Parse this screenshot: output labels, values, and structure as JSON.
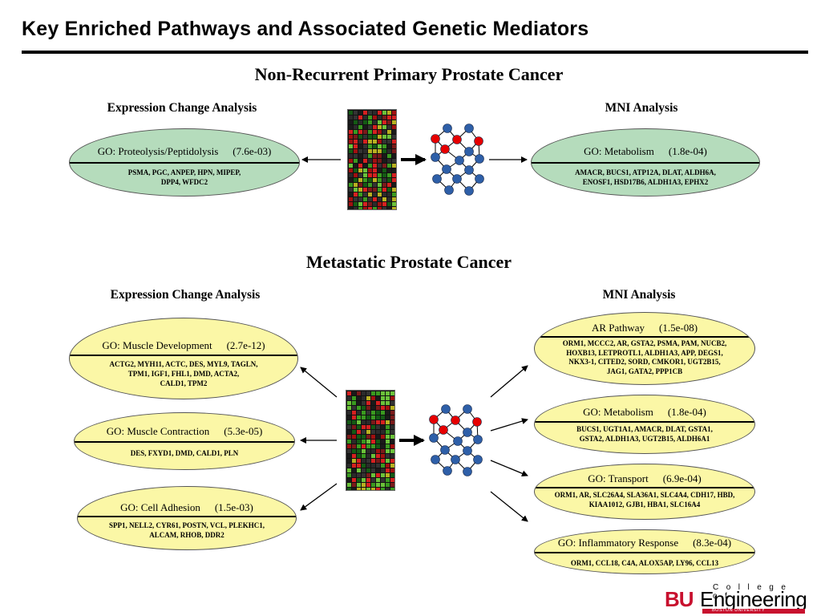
{
  "slide": {
    "title": "Key Enriched Pathways and Associated Genetic Mediators"
  },
  "colors": {
    "green_ellipse": "#b5dcbc",
    "yellow_ellipse": "#fbf7a6",
    "node_blue": "#2e5fa8",
    "node_red": "#e60000",
    "logo_red": "#c8102e"
  },
  "sections": {
    "nonrecurrent": {
      "title": "Non-Recurrent Primary Prostate Cancer",
      "expression_label": "Expression Change Analysis",
      "mni_label": "MNI Analysis",
      "expression": [
        {
          "term": "GO: Proteolysis/Peptidolysis",
          "pvalue": "(7.6e-03)",
          "genes": [
            "PSMA, PGC, ANPEP, HPN, MIPEP,",
            "DPP4, WFDC2"
          ]
        }
      ],
      "mni": [
        {
          "term": "GO: Metabolism",
          "pvalue": "(1.8e-04)",
          "genes": [
            "AMACR, BUCS1, ATP12A, DLAT, ALDH6A,",
            "ENOSF1, HSD17B6, ALDH1A3, EPHX2"
          ]
        }
      ]
    },
    "metastatic": {
      "title": "Metastatic Prostate Cancer",
      "expression_label": "Expression Change Analysis",
      "mni_label": "MNI Analysis",
      "expression": [
        {
          "term": "GO: Muscle Development",
          "pvalue": "(2.7e-12)",
          "genes": [
            "ACTG2, MYH11, ACTC, DES, MYL9, TAGLN,",
            "TPM1, IGF1, FHL1, DMD, ACTA2,",
            "CALD1, TPM2"
          ]
        },
        {
          "term": "GO: Muscle Contraction",
          "pvalue": "(5.3e-05)",
          "genes": [
            "DES, FXYD1, DMD, CALD1, PLN"
          ]
        },
        {
          "term": "GO: Cell Adhesion",
          "pvalue": "(1.5e-03)",
          "genes": [
            "SPP1, NELL2, CYR61, POSTN, VCL, PLEKHC1,",
            "ALCAM, RHOB, DDR2"
          ]
        }
      ],
      "mni": [
        {
          "term": "AR Pathway",
          "pvalue": "(1.5e-08)",
          "genes": [
            "ORM1, MCCC2, AR, GSTA2, PSMA, PAM, NUCB2,",
            "HOXB13, LETPROTL1, ALDH1A3, APP, DEGS1,",
            "NKX3-1, CITED2, SORD, CMKOR1, UGT2B15,",
            "JAG1, GATA2, PPP1CB"
          ]
        },
        {
          "term": "GO: Metabolism",
          "pvalue": "(1.8e-04)",
          "genes": [
            "BUCS1, UGT1A1, AMACR, DLAT, GSTA1,",
            "GSTA2, ALDH1A3, UGT2B15, ALDH6A1"
          ]
        },
        {
          "term": "GO: Transport",
          "pvalue": "(6.9e-04)",
          "genes": [
            "ORM1, AR, SLC26A4, SLA36A1, SLC4A4, CDH17, HBD,",
            "KIAA1012, GJB1, HBA1, SLC16A4"
          ]
        },
        {
          "term": "GO: Inflammatory Response",
          "pvalue": "(8.3e-04)",
          "genes": [
            "ORM1, CCL18, C4A, ALOX5AP, LY96, CCL13"
          ]
        }
      ]
    }
  },
  "logo": {
    "primary": "BU",
    "secondary": "Engineering",
    "tagline": "College of",
    "institution": "BOSTON UNIVERSITY"
  }
}
